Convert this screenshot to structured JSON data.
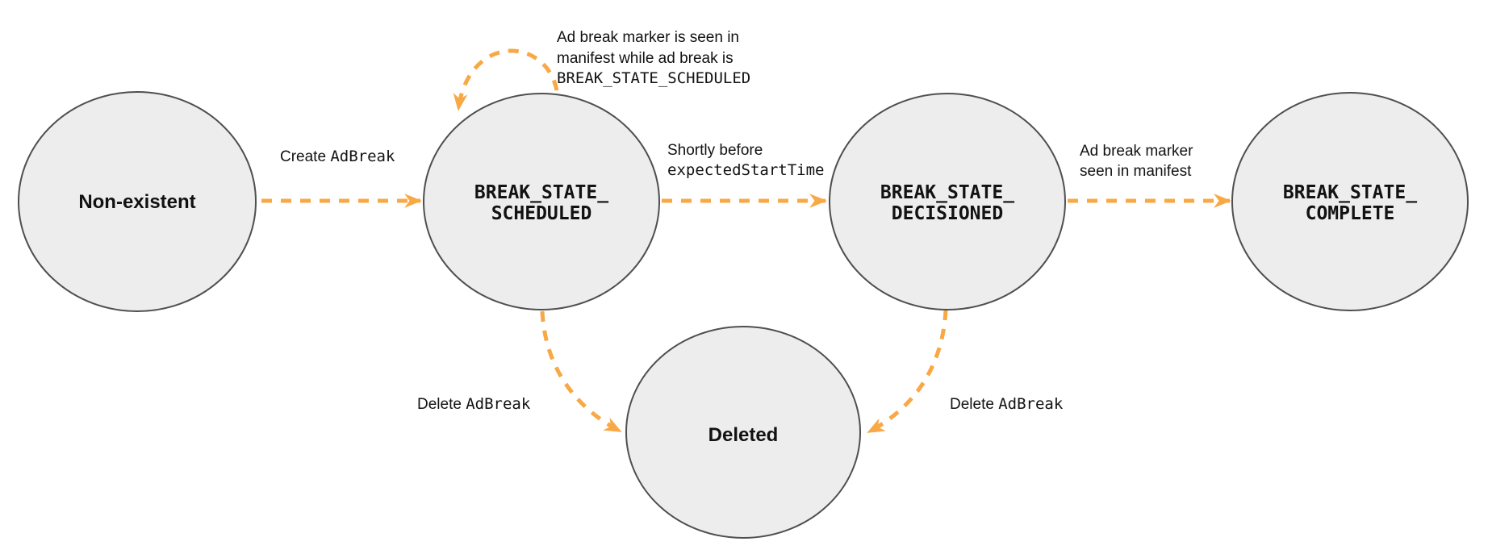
{
  "diagram": {
    "kind": "state-diagram",
    "colors": {
      "background": "#ffffff",
      "node_fill": "#ededed",
      "node_stroke": "#4f4f4f",
      "arrow": "#f8a845",
      "text": "#121212"
    },
    "nodes": [
      {
        "id": "non-existent",
        "label": "Non-existent"
      },
      {
        "id": "break-state-scheduled",
        "line1": "BREAK_STATE_",
        "line2": "SCHEDULED"
      },
      {
        "id": "break-state-decisioned",
        "line1": "BREAK_STATE_",
        "line2": "DECISIONED"
      },
      {
        "id": "break-state-complete",
        "line1": "BREAK_STATE_",
        "line2": "COMPLETE"
      },
      {
        "id": "deleted",
        "label": "Deleted"
      }
    ],
    "edges": {
      "create": {
        "from": "non-existent",
        "to": "break-state-scheduled",
        "plain": "Create ",
        "code": "AdBreak"
      },
      "self_loop": {
        "from": "break-state-scheduled",
        "to": "break-state-scheduled",
        "line1": "Ad break marker is seen in",
        "line2": "manifest while ad break is",
        "line3_code": "BREAK_STATE_SCHEDULED"
      },
      "decision": {
        "from": "break-state-scheduled",
        "to": "break-state-decisioned",
        "line1": "Shortly before",
        "line2_code": "expectedStartTime"
      },
      "complete": {
        "from": "break-state-decisioned",
        "to": "break-state-complete",
        "line1": "Ad break marker",
        "line2": "seen in manifest"
      },
      "delete_scheduled": {
        "from": "break-state-scheduled",
        "to": "deleted",
        "plain": "Delete ",
        "code": "AdBreak"
      },
      "delete_decisioned": {
        "from": "break-state-decisioned",
        "to": "deleted",
        "plain": "Delete ",
        "code": "AdBreak"
      }
    }
  }
}
